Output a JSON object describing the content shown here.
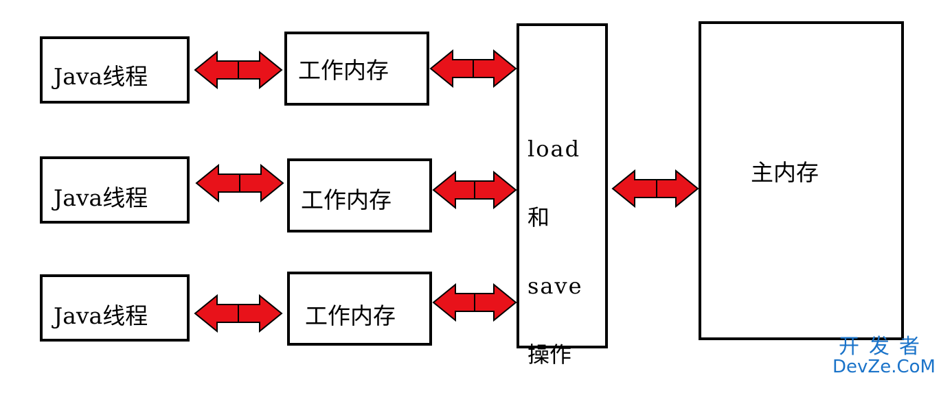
{
  "threads": [
    {
      "label": "Java线程"
    },
    {
      "label": "Java线程"
    },
    {
      "label": "Java线程"
    }
  ],
  "work_memory": [
    {
      "label": "工作内存"
    },
    {
      "label": "工作内存"
    },
    {
      "label": "工作内存"
    }
  ],
  "operation": {
    "lines": [
      "load",
      "和",
      "save",
      "操作"
    ]
  },
  "main_memory": {
    "label": "主内存"
  },
  "watermark": {
    "top": "开发者",
    "bottom": "DevZe.CoM"
  },
  "colors": {
    "arrow_fill": "#e8121a",
    "border": "#000000",
    "watermark": "#1a73c9"
  },
  "icons": {
    "arrow": "double-headed-arrow-icon"
  }
}
